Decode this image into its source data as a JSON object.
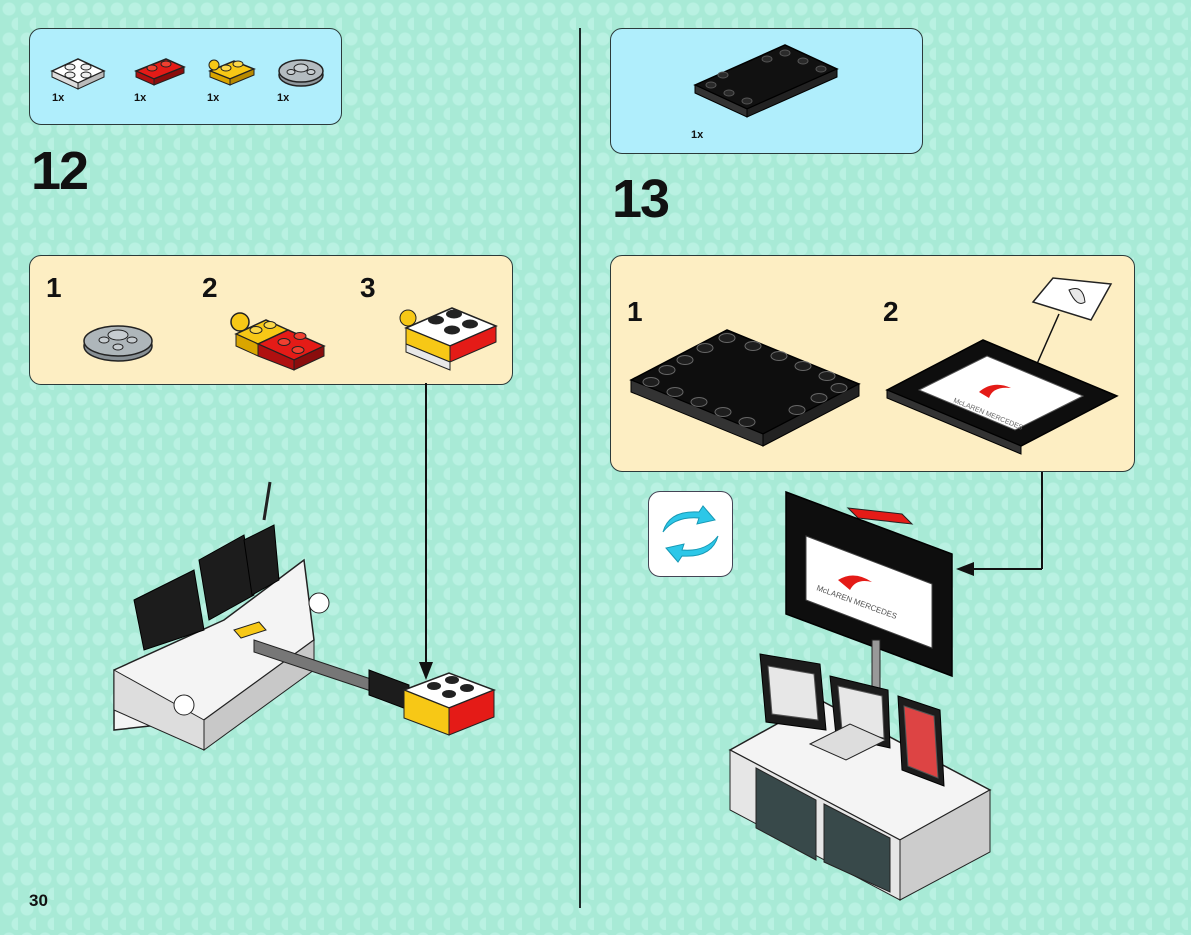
{
  "page_number": "30",
  "step12": {
    "number": "12",
    "parts": [
      {
        "qty": "1x",
        "name": "white-plate-2x2"
      },
      {
        "qty": "1x",
        "name": "red-plate-1x2"
      },
      {
        "qty": "1x",
        "name": "yellow-hinge-plate"
      },
      {
        "qty": "1x",
        "name": "grey-round-plate"
      }
    ],
    "substeps": [
      "1",
      "2",
      "3"
    ]
  },
  "step13": {
    "number": "13",
    "parts": [
      {
        "qty": "1x",
        "name": "black-tile-plate-4x6"
      }
    ],
    "substeps": [
      "1",
      "2"
    ]
  },
  "colors": {
    "background": "#a8ead6",
    "parts_box": "#b0eefc",
    "substep_box": "#fdeec3",
    "rotate_arrow": "#2cc7e8"
  }
}
